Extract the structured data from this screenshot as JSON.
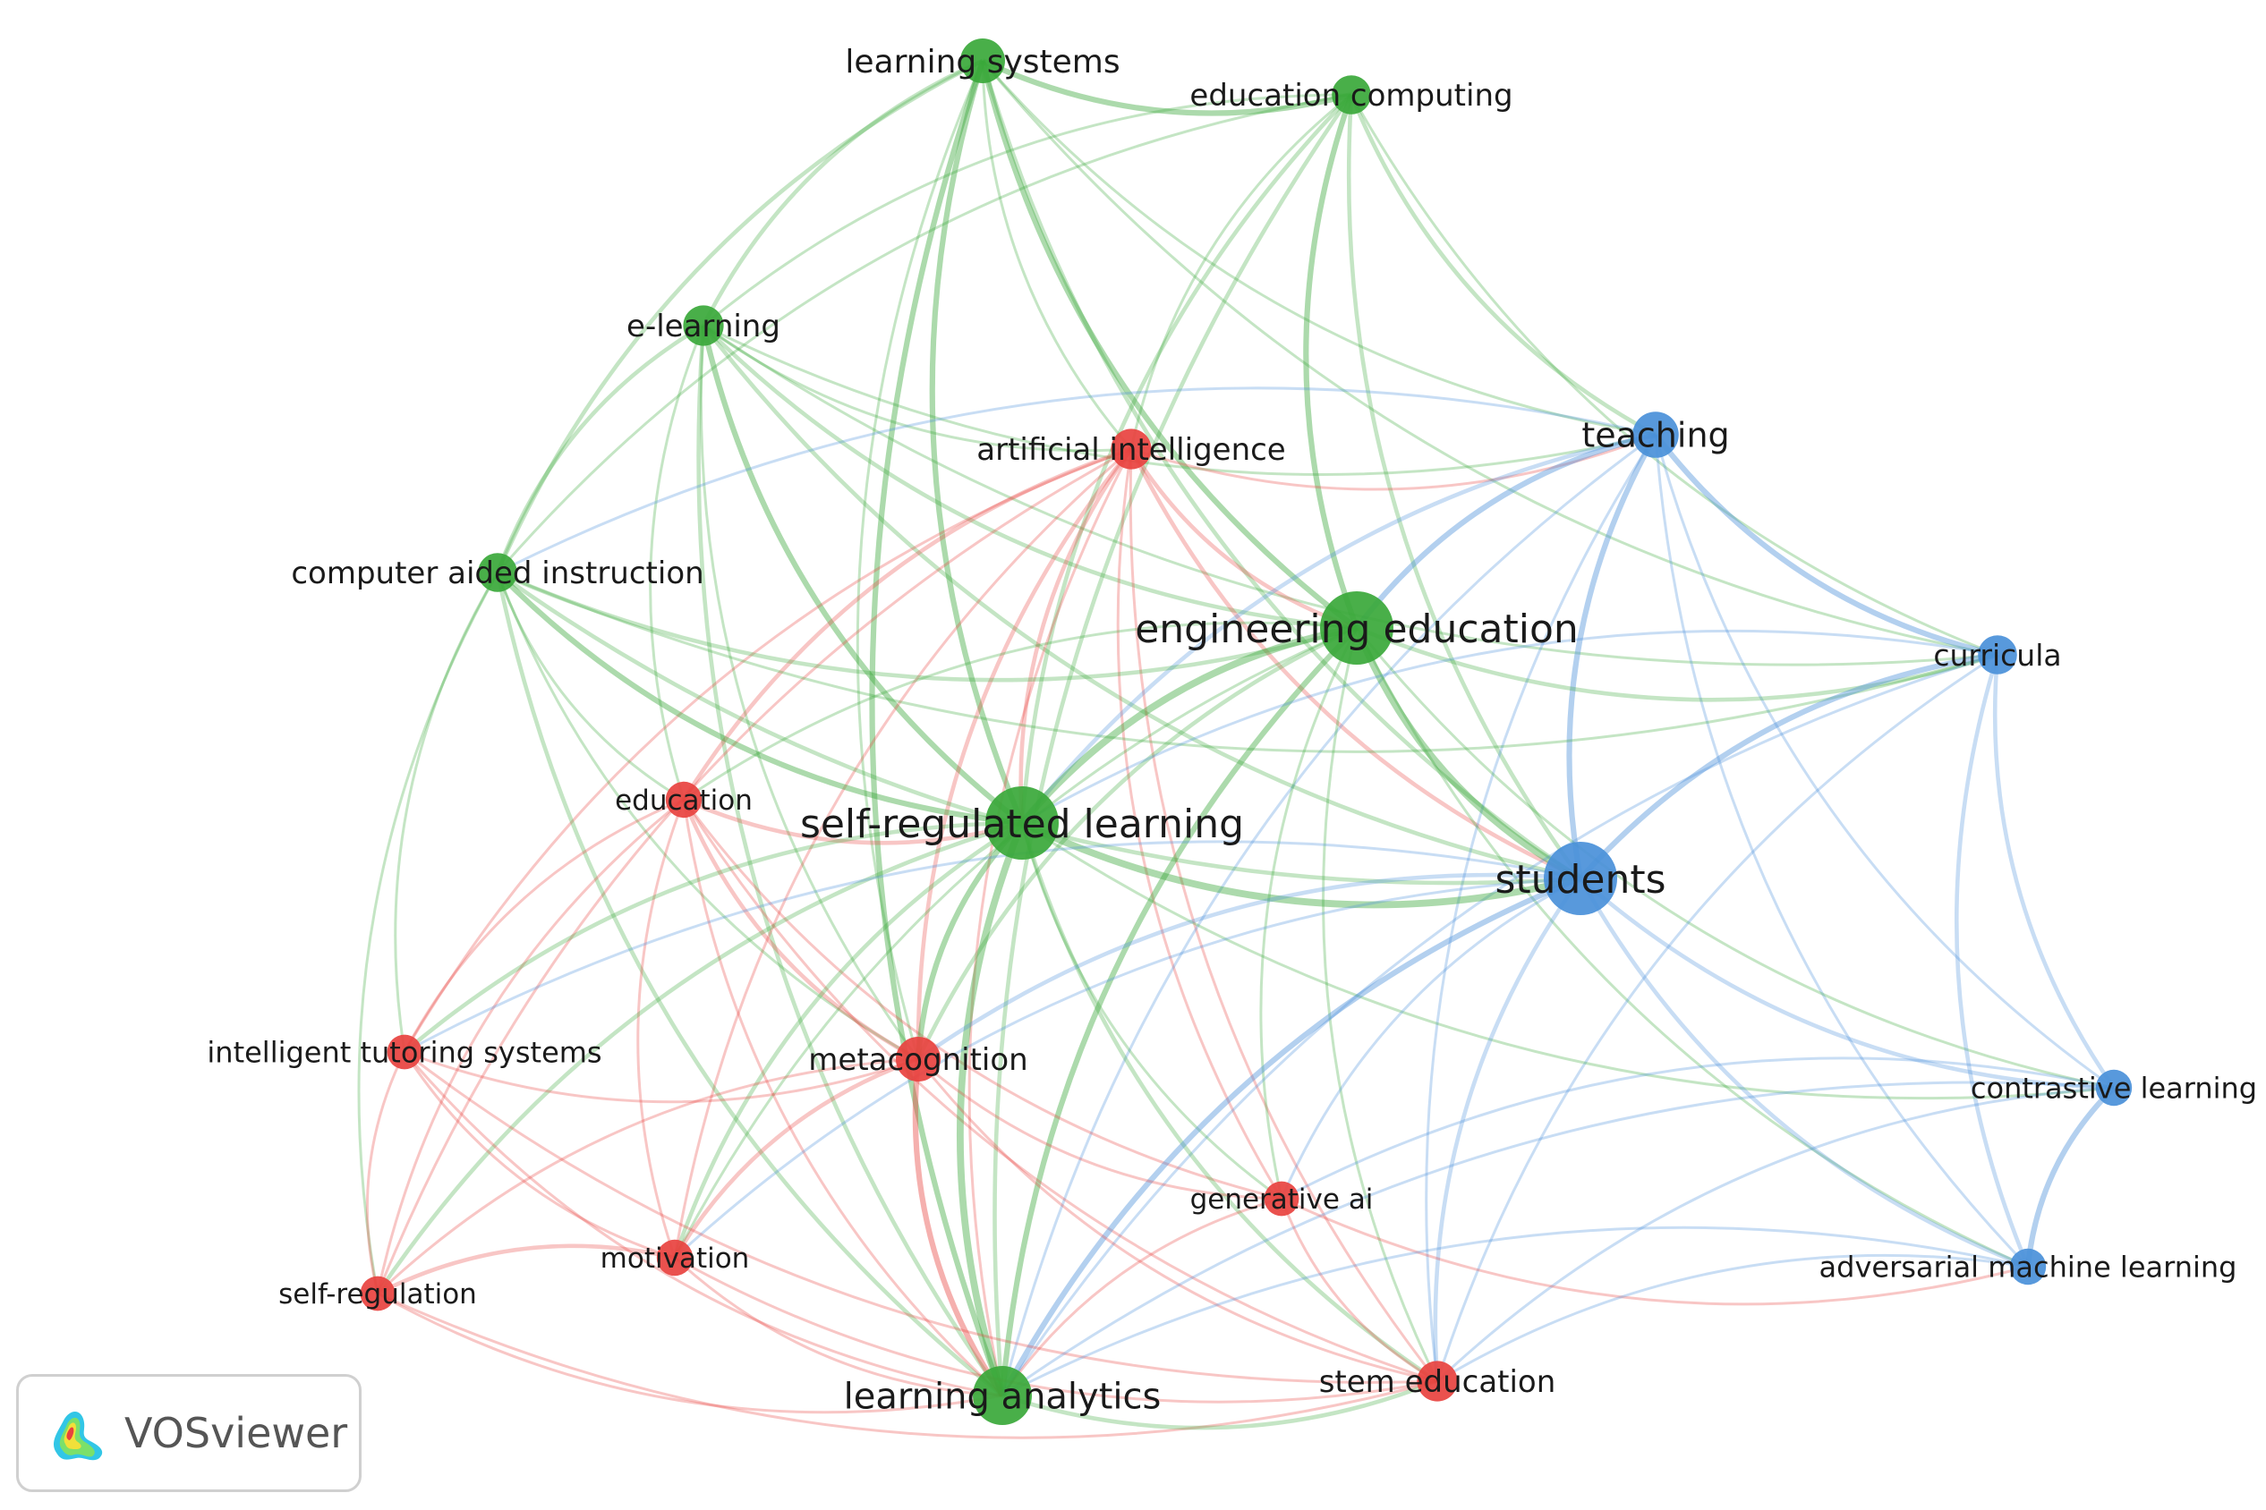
{
  "app": {
    "brand": "VOSviewer",
    "logo_icon": "vosviewer-density-icon"
  },
  "colors": {
    "cluster_red": "#e8423f",
    "cluster_green": "#3aa83a",
    "cluster_blue": "#4a90d9"
  },
  "nodes": [
    {
      "id": "learning-systems",
      "label": "learning systems",
      "cluster": "green",
      "weight": 2
    },
    {
      "id": "education-computing",
      "label": "education computing",
      "cluster": "green",
      "weight": 1.6
    },
    {
      "id": "e-learning",
      "label": "e-learning",
      "cluster": "green",
      "weight": 1.7
    },
    {
      "id": "artificial-intelligence",
      "label": "artificial intelligence",
      "cluster": "red",
      "weight": 1.7
    },
    {
      "id": "teaching",
      "label": "teaching",
      "cluster": "blue",
      "weight": 2.1
    },
    {
      "id": "computer-aided-instruction",
      "label": "computer aided instruction",
      "cluster": "green",
      "weight": 1.6
    },
    {
      "id": "engineering-education",
      "label": "engineering education",
      "cluster": "green",
      "weight": 4
    },
    {
      "id": "curricula",
      "label": "curricula",
      "cluster": "blue",
      "weight": 1.6
    },
    {
      "id": "education",
      "label": "education",
      "cluster": "red",
      "weight": 1.4
    },
    {
      "id": "self-regulated-learning",
      "label": "self-regulated learning",
      "cluster": "green",
      "weight": 4
    },
    {
      "id": "students",
      "label": "students",
      "cluster": "blue",
      "weight": 4
    },
    {
      "id": "intelligent-tutoring-systems",
      "label": "intelligent tutoring systems",
      "cluster": "red",
      "weight": 1.3
    },
    {
      "id": "metacognition",
      "label": "metacognition",
      "cluster": "red",
      "weight": 2
    },
    {
      "id": "contrastive-learning",
      "label": "contrastive learning",
      "cluster": "blue",
      "weight": 1.4
    },
    {
      "id": "generative-ai",
      "label": "generative ai",
      "cluster": "red",
      "weight": 1.3
    },
    {
      "id": "motivation",
      "label": "motivation",
      "cluster": "red",
      "weight": 1.4
    },
    {
      "id": "self-regulation",
      "label": "self-regulation",
      "cluster": "red",
      "weight": 1.3
    },
    {
      "id": "adversarial-machine-learning",
      "label": "adversarial machine learning",
      "cluster": "blue",
      "weight": 1.4
    },
    {
      "id": "learning-analytics",
      "label": "learning analytics",
      "cluster": "green",
      "weight": 3
    },
    {
      "id": "stem-education",
      "label": "stem education",
      "cluster": "red",
      "weight": 1.7
    }
  ],
  "edges": [
    [
      "learning-systems",
      "education-computing",
      3
    ],
    [
      "learning-systems",
      "e-learning",
      2
    ],
    [
      "learning-systems",
      "engineering-education",
      3
    ],
    [
      "learning-systems",
      "self-regulated-learning",
      3
    ],
    [
      "learning-systems",
      "learning-analytics",
      3
    ],
    [
      "learning-systems",
      "students",
      2
    ],
    [
      "learning-systems",
      "computer-aided-instruction",
      2
    ],
    [
      "learning-systems",
      "artificial-intelligence",
      1
    ],
    [
      "learning-systems",
      "teaching",
      1
    ],
    [
      "learning-systems",
      "metacognition",
      1
    ],
    [
      "learning-systems",
      "curricula",
      1
    ],
    [
      "education-computing",
      "engineering-education",
      3
    ],
    [
      "education-computing",
      "self-regulated-learning",
      2
    ],
    [
      "education-computing",
      "learning-analytics",
      2
    ],
    [
      "education-computing",
      "students",
      2
    ],
    [
      "education-computing",
      "teaching",
      2
    ],
    [
      "education-computing",
      "curricula",
      1
    ],
    [
      "education-computing",
      "e-learning",
      1
    ],
    [
      "education-computing",
      "computer-aided-instruction",
      1
    ],
    [
      "education-computing",
      "artificial-intelligence",
      1
    ],
    [
      "e-learning",
      "computer-aided-instruction",
      2
    ],
    [
      "e-learning",
      "self-regulated-learning",
      3
    ],
    [
      "e-learning",
      "engineering-education",
      2
    ],
    [
      "e-learning",
      "learning-analytics",
      2
    ],
    [
      "e-learning",
      "students",
      2
    ],
    [
      "e-learning",
      "teaching",
      1
    ],
    [
      "e-learning",
      "artificial-intelligence",
      1
    ],
    [
      "e-learning",
      "education",
      1
    ],
    [
      "e-learning",
      "metacognition",
      1
    ],
    [
      "e-learning",
      "curricula",
      1
    ],
    [
      "artificial-intelligence",
      "self-regulated-learning",
      2
    ],
    [
      "artificial-intelligence",
      "engineering-education",
      2
    ],
    [
      "artificial-intelligence",
      "education",
      2
    ],
    [
      "artificial-intelligence",
      "metacognition",
      2
    ],
    [
      "artificial-intelligence",
      "generative-ai",
      1
    ],
    [
      "artificial-intelligence",
      "students",
      2
    ],
    [
      "artificial-intelligence",
      "teaching",
      1
    ],
    [
      "artificial-intelligence",
      "intelligent-tutoring-systems",
      1
    ],
    [
      "artificial-intelligence",
      "motivation",
      1
    ],
    [
      "artificial-intelligence",
      "learning-analytics",
      1
    ],
    [
      "artificial-intelligence",
      "stem-education",
      1
    ],
    [
      "artificial-intelligence",
      "self-regulation",
      1
    ],
    [
      "teaching",
      "students",
      3
    ],
    [
      "teaching",
      "curricula",
      3
    ],
    [
      "teaching",
      "engineering-education",
      3
    ],
    [
      "teaching",
      "self-regulated-learning",
      2
    ],
    [
      "teaching",
      "contrastive-learning",
      1
    ],
    [
      "teaching",
      "adversarial-machine-learning",
      1
    ],
    [
      "teaching",
      "learning-analytics",
      1
    ],
    [
      "teaching",
      "stem-education",
      1
    ],
    [
      "teaching",
      "computer-aided-instruction",
      1
    ],
    [
      "computer-aided-instruction",
      "self-regulated-learning",
      3
    ],
    [
      "computer-aided-instruction",
      "engineering-education",
      2
    ],
    [
      "computer-aided-instruction",
      "learning-analytics",
      2
    ],
    [
      "computer-aided-instruction",
      "students",
      2
    ],
    [
      "computer-aided-instruction",
      "intelligent-tutoring-systems",
      1
    ],
    [
      "computer-aided-instruction",
      "education",
      1
    ],
    [
      "computer-aided-instruction",
      "metacognition",
      1
    ],
    [
      "computer-aided-instruction",
      "self-regulation",
      1
    ],
    [
      "computer-aided-instruction",
      "curricula",
      1
    ],
    [
      "engineering-education",
      "self-regulated-learning",
      4
    ],
    [
      "engineering-education",
      "students",
      4
    ],
    [
      "engineering-education",
      "learning-analytics",
      3
    ],
    [
      "engineering-education",
      "curricula",
      2
    ],
    [
      "engineering-education",
      "metacognition",
      2
    ],
    [
      "engineering-education",
      "stem-education",
      1
    ],
    [
      "engineering-education",
      "generative-ai",
      1
    ],
    [
      "engineering-education",
      "adversarial-machine-learning",
      1
    ],
    [
      "engineering-education",
      "contrastive-learning",
      1
    ],
    [
      "engineering-education",
      "education",
      1
    ],
    [
      "engineering-education",
      "motivation",
      1
    ],
    [
      "curricula",
      "students",
      3
    ],
    [
      "curricula",
      "contrastive-learning",
      2
    ],
    [
      "curricula",
      "adversarial-machine-learning",
      2
    ],
    [
      "curricula",
      "self-regulated-learning",
      1
    ],
    [
      "curricula",
      "stem-education",
      1
    ],
    [
      "curricula",
      "learning-analytics",
      1
    ],
    [
      "education",
      "self-regulated-learning",
      2
    ],
    [
      "education",
      "metacognition",
      2
    ],
    [
      "education",
      "motivation",
      1
    ],
    [
      "education",
      "intelligent-tutoring-systems",
      1
    ],
    [
      "education",
      "self-regulation",
      1
    ],
    [
      "education",
      "stem-education",
      1
    ],
    [
      "education",
      "generative-ai",
      1
    ],
    [
      "education",
      "learning-analytics",
      1
    ],
    [
      "self-regulated-learning",
      "students",
      4
    ],
    [
      "self-regulated-learning",
      "learning-analytics",
      4
    ],
    [
      "self-regulated-learning",
      "metacognition",
      3
    ],
    [
      "self-regulated-learning",
      "motivation",
      2
    ],
    [
      "self-regulated-learning",
      "intelligent-tutoring-systems",
      2
    ],
    [
      "self-regulated-learning",
      "self-regulation",
      2
    ],
    [
      "self-regulated-learning",
      "stem-education",
      2
    ],
    [
      "self-regulated-learning",
      "generative-ai",
      1
    ],
    [
      "self-regulated-learning",
      "contrastive-learning",
      1
    ],
    [
      "students",
      "learning-analytics",
      3
    ],
    [
      "students",
      "metacognition",
      2
    ],
    [
      "students",
      "stem-education",
      2
    ],
    [
      "students",
      "contrastive-learning",
      2
    ],
    [
      "students",
      "adversarial-machine-learning",
      2
    ],
    [
      "students",
      "generative-ai",
      1
    ],
    [
      "students",
      "motivation",
      1
    ],
    [
      "students",
      "intelligent-tutoring-systems",
      1
    ],
    [
      "intelligent-tutoring-systems",
      "self-regulation",
      1
    ],
    [
      "intelligent-tutoring-systems",
      "metacognition",
      1
    ],
    [
      "intelligent-tutoring-systems",
      "motivation",
      1
    ],
    [
      "intelligent-tutoring-systems",
      "learning-analytics",
      1
    ],
    [
      "intelligent-tutoring-systems",
      "stem-education",
      1
    ],
    [
      "metacognition",
      "learning-analytics",
      3
    ],
    [
      "metacognition",
      "motivation",
      2
    ],
    [
      "metacognition",
      "self-regulation",
      1
    ],
    [
      "metacognition",
      "generative-ai",
      1
    ],
    [
      "metacognition",
      "stem-education",
      1
    ],
    [
      "contrastive-learning",
      "adversarial-machine-learning",
      3
    ],
    [
      "contrastive-learning",
      "generative-ai",
      1
    ],
    [
      "contrastive-learning",
      "stem-education",
      1
    ],
    [
      "contrastive-learning",
      "learning-analytics",
      1
    ],
    [
      "generative-ai",
      "stem-education",
      1
    ],
    [
      "generative-ai",
      "learning-analytics",
      1
    ],
    [
      "generative-ai",
      "adversarial-machine-learning",
      1
    ],
    [
      "motivation",
      "self-regulation",
      2
    ],
    [
      "motivation",
      "learning-analytics",
      1
    ],
    [
      "motivation",
      "stem-education",
      1
    ],
    [
      "self-regulation",
      "learning-analytics",
      1
    ],
    [
      "self-regulation",
      "stem-education",
      1
    ],
    [
      "adversarial-machine-learning",
      "stem-education",
      1
    ],
    [
      "adversarial-machine-learning",
      "learning-analytics",
      1
    ],
    [
      "learning-analytics",
      "stem-education",
      2
    ]
  ]
}
